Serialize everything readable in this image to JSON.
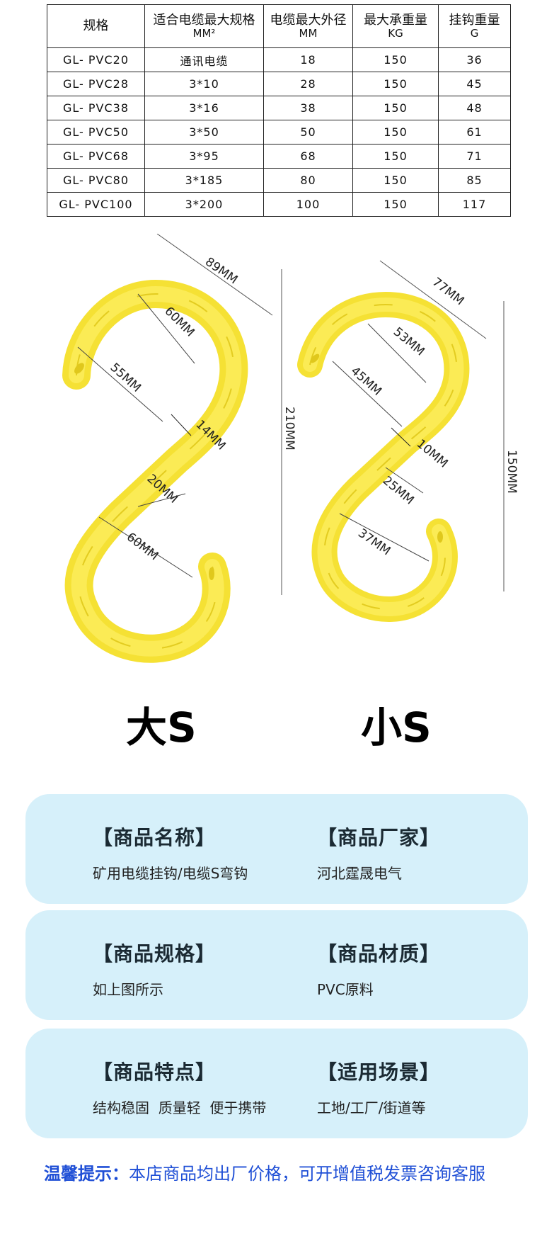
{
  "table": {
    "headers": [
      {
        "text": "规格",
        "unit": ""
      },
      {
        "text": "适合电缆最大规格",
        "unit": "MM²"
      },
      {
        "text": "电缆最大外径",
        "unit": "MM"
      },
      {
        "text": "最大承重量",
        "unit": "KG"
      },
      {
        "text": "挂钩重量",
        "unit": "G"
      }
    ],
    "rows": [
      [
        "GL- PVC20",
        "通讯电缆",
        "18",
        "150",
        "36"
      ],
      [
        "GL- PVC28",
        "3*10",
        "28",
        "150",
        "45"
      ],
      [
        "GL- PVC38",
        "3*16",
        "38",
        "150",
        "48"
      ],
      [
        "GL- PVC50",
        "3*50",
        "50",
        "150",
        "61"
      ],
      [
        "GL- PVC68",
        "3*95",
        "68",
        "150",
        "71"
      ],
      [
        "GL- PVC80",
        "3*185",
        "80",
        "150",
        "85"
      ],
      [
        "GL- PVC100",
        "3*200",
        "100",
        "150",
        "117"
      ]
    ]
  },
  "hooks": {
    "large": {
      "caption": "大S",
      "dims": {
        "width": "89MM",
        "top_inner": "60MM",
        "upper_span": "55MM",
        "thickness": "14MM",
        "lower_opening": "20MM",
        "lower_inner": "60MM",
        "height": "210MM"
      }
    },
    "small": {
      "caption": "小S",
      "dims": {
        "width": "77MM",
        "top_inner": "53MM",
        "upper_span": "45MM",
        "thickness": "10MM",
        "lower_opening": "25MM",
        "lower_inner": "37MM",
        "height": "150MM"
      }
    },
    "color": "#f7e63a"
  },
  "cards": [
    {
      "left_title": "【商品名称】",
      "left_value": "矿用电缆挂钩/电缆S弯钩",
      "right_title": "【商品厂家】",
      "right_value": "河北霆晟电气"
    },
    {
      "left_title": "【商品规格】",
      "left_value": "如上图所示",
      "right_title": "【商品材质】",
      "right_value": "PVC原料"
    },
    {
      "left_title": "【商品特点】",
      "left_value": "结构稳固  质量轻  便于携带",
      "right_title": "【适用场景】",
      "right_value": "工地/工厂/街道等"
    }
  ],
  "tip": {
    "label": "温馨提示：",
    "text": "本店商品均出厂价格，可开增值税发票咨询客服"
  }
}
